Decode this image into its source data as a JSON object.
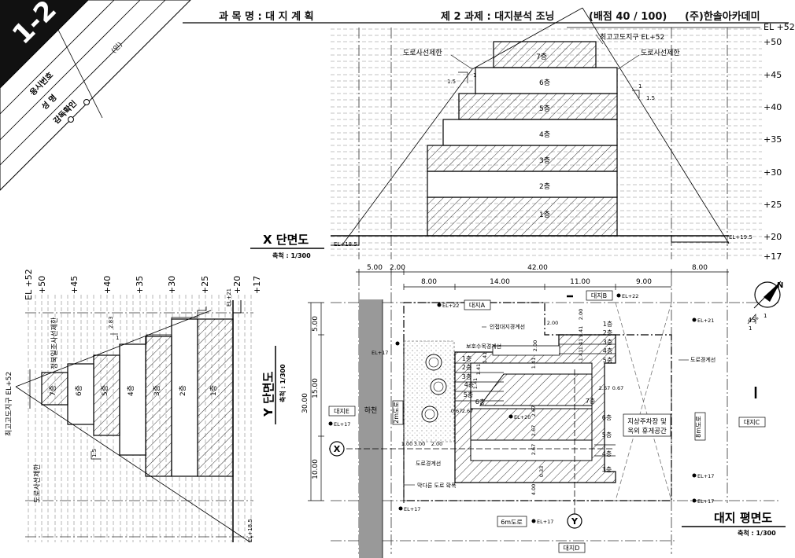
{
  "header": {
    "subject": "과 목 명 : 대 지 계 획",
    "task": "제 2 과제 : 대지분석  조닝",
    "score": "(배점 40 / 100)",
    "academy": "(주)한솔아카데미"
  },
  "badge": {
    "number": "1-2",
    "rows": [
      "응시번호",
      "성     명",
      "감독확인"
    ],
    "seal": "(인)"
  },
  "x_section": {
    "title": "X 단면도",
    "scale": "축척 : 1/300",
    "levels": [
      "EL +52",
      "+50",
      "+45",
      "+40",
      "+35",
      "+30",
      "+25",
      "+20",
      "+17"
    ],
    "floors": [
      "7층",
      "6층",
      "5층",
      "4층",
      "3층",
      "2층",
      "1층"
    ],
    "notes": {
      "height_limit": "최고고도지구 EL+52",
      "road_setback_left": "도로사선제한",
      "road_setback_right": "도로사선제한",
      "el_left": "EL+18.5",
      "el_right": "EL+19.5",
      "ratio_one": "1",
      "ratio_val": "1.5"
    }
  },
  "y_section": {
    "title": "Y 단면도",
    "scale": "축척 : 1/300",
    "levels": [
      "EL +52",
      "+50",
      "+45",
      "+40",
      "+35",
      "+30",
      "+25",
      "+20",
      "+17"
    ],
    "floors": [
      "7층",
      "6층",
      "5층",
      "4층",
      "3층",
      "2층",
      "1층"
    ],
    "notes": {
      "height_limit": "최고고도지구 EL+52",
      "sunlight": "정북일조사선제한",
      "road_setback": "도로사선제한",
      "el_top": "EL+21",
      "el_bottom": "EL+18.5",
      "dim_283": "2.83",
      "ratio_one": "1",
      "ratio_val": "1.5"
    }
  },
  "plan": {
    "title": "대지 평면도",
    "scale": "축척 : 1/300",
    "top_dims": [
      "5.00",
      "2.00",
      "42.00",
      "8.00"
    ],
    "sub_dims": [
      "8.00",
      "14.00",
      "11.00",
      "9.00"
    ],
    "left_dims": [
      "5.00",
      "15.00",
      "10.00"
    ],
    "total_dim": "30.00",
    "sites": {
      "a": "대지A",
      "b": "대지B",
      "c": "대지C",
      "d": "대지D",
      "e": "대지E"
    },
    "river": "하천",
    "road_2m": "2m도로",
    "road_6m": "6m도로",
    "road_8m": "8m도로",
    "parking": [
      "지상주차장 및",
      "옥외 휴게공간"
    ],
    "notes": {
      "adjacent": "인접대지경계선",
      "protected_tree": "보호수목경계선",
      "road_line_right": "도로경계선",
      "road_line_left": "도로경계선",
      "dead_end": "막다른 도로 확폭"
    },
    "elevations": [
      "EL+22",
      "EL+22",
      "EL+21",
      "EL+17",
      "EL+17",
      "EL+20",
      "EL+17",
      "EL+17",
      "EL+17",
      "EL+17"
    ],
    "floors": [
      "1층",
      "2층",
      "3층",
      "4층",
      "5층",
      "1층",
      "2층",
      "3층",
      "4층",
      "5층",
      "6층",
      "7층",
      "6층",
      "5층",
      "4층",
      "3층"
    ],
    "small_dims": [
      "2.00",
      "2.00",
      "1.41",
      "1.41",
      "1.41",
      "2.00",
      "1.41",
      "1.41",
      "1.41",
      "1.41",
      "2.67",
      "0.67",
      "0.67",
      "2.67",
      "2.67",
      "2.67",
      "2.67",
      "0.33",
      "4.00",
      "1.00",
      "3.00",
      "2.00"
    ],
    "markers": {
      "x": "X",
      "y": "Y",
      "north": "N"
    },
    "angle": "45°",
    "ratio": [
      "1",
      "1"
    ]
  }
}
